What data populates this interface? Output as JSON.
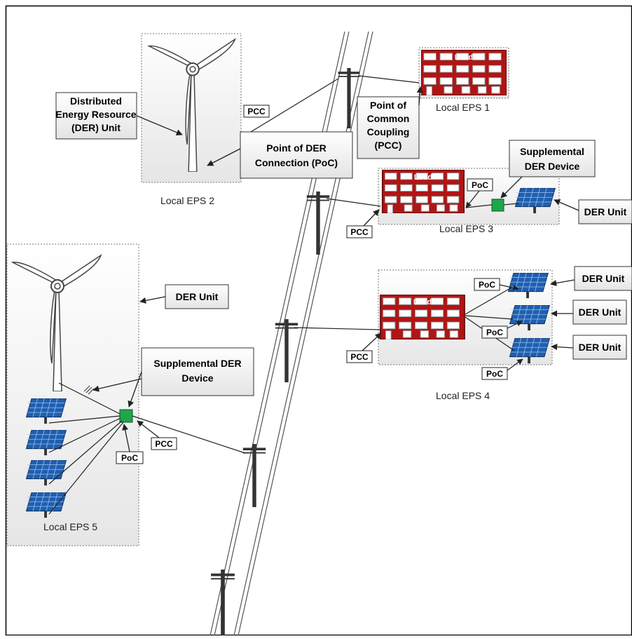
{
  "labels": {
    "local_eps_1": "Local EPS 1",
    "local_eps_2": "Local EPS 2",
    "local_eps_3": "Local EPS 3",
    "local_eps_4": "Local EPS 4",
    "local_eps_5": "Local EPS 5",
    "der_unit_callout": [
      "Distributed",
      "Energy Resource",
      "(DER) Unit"
    ],
    "poc_callout": [
      "Point of DER",
      "Connection (PoC)"
    ],
    "pcc_callout": [
      "Point of",
      "Common",
      "Coupling",
      "(PCC)"
    ],
    "supplemental_callout_eps3": [
      "Supplemental",
      "DER Device"
    ],
    "supplemental_callout_eps5": [
      "Supplemental DER",
      "Device"
    ],
    "der_unit": "DER Unit",
    "pcc_tag": "PCC",
    "poc_tag": "PoC",
    "building_sign": "Load"
  },
  "colors": {
    "building": "#b01515",
    "panel": "#1f5fb0",
    "device": "#1fa64a",
    "pole": "#333333",
    "box_fill": "#f2f2f2"
  }
}
